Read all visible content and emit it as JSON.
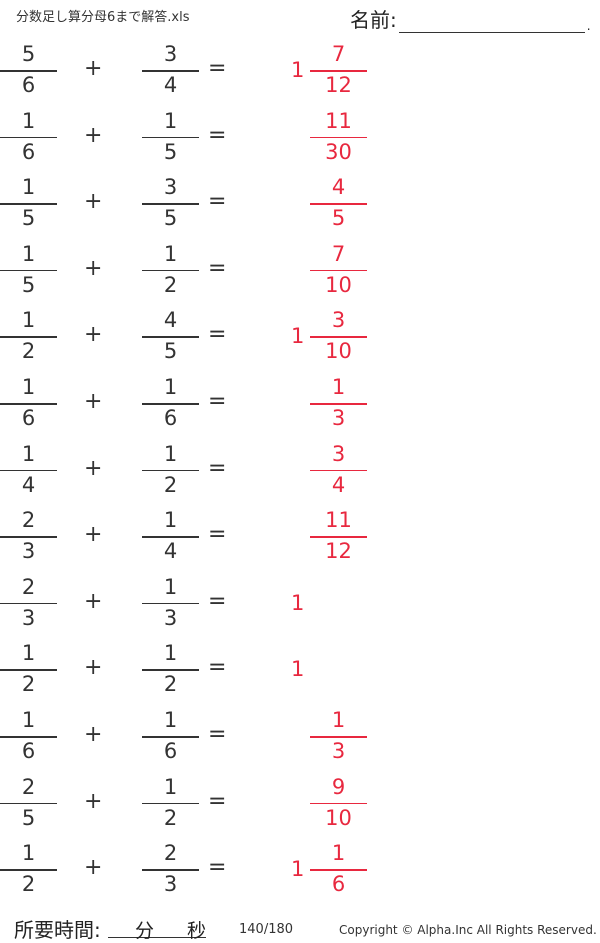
{
  "header": {
    "title": "分数足し算分母6まで解答.xls",
    "name_label": "名前:",
    "name_trailing": "."
  },
  "problems": [
    {
      "a_num": "5",
      "a_den": "6",
      "b_num": "3",
      "b_den": "4",
      "ans_whole": "1",
      "ans_num": "7",
      "ans_den": "12"
    },
    {
      "a_num": "1",
      "a_den": "6",
      "b_num": "1",
      "b_den": "5",
      "ans_whole": "",
      "ans_num": "11",
      "ans_den": "30"
    },
    {
      "a_num": "1",
      "a_den": "5",
      "b_num": "3",
      "b_den": "5",
      "ans_whole": "",
      "ans_num": "4",
      "ans_den": "5"
    },
    {
      "a_num": "1",
      "a_den": "5",
      "b_num": "1",
      "b_den": "2",
      "ans_whole": "",
      "ans_num": "7",
      "ans_den": "10"
    },
    {
      "a_num": "1",
      "a_den": "2",
      "b_num": "4",
      "b_den": "5",
      "ans_whole": "1",
      "ans_num": "3",
      "ans_den": "10"
    },
    {
      "a_num": "1",
      "a_den": "6",
      "b_num": "1",
      "b_den": "6",
      "ans_whole": "",
      "ans_num": "1",
      "ans_den": "3"
    },
    {
      "a_num": "1",
      "a_den": "4",
      "b_num": "1",
      "b_den": "2",
      "ans_whole": "",
      "ans_num": "3",
      "ans_den": "4"
    },
    {
      "a_num": "2",
      "a_den": "3",
      "b_num": "1",
      "b_den": "4",
      "ans_whole": "",
      "ans_num": "11",
      "ans_den": "12"
    },
    {
      "a_num": "2",
      "a_den": "3",
      "b_num": "1",
      "b_den": "3",
      "ans_whole": "1",
      "ans_num": "",
      "ans_den": ""
    },
    {
      "a_num": "1",
      "a_den": "2",
      "b_num": "1",
      "b_den": "2",
      "ans_whole": "1",
      "ans_num": "",
      "ans_den": ""
    },
    {
      "a_num": "1",
      "a_den": "6",
      "b_num": "1",
      "b_den": "6",
      "ans_whole": "",
      "ans_num": "1",
      "ans_den": "3"
    },
    {
      "a_num": "2",
      "a_den": "5",
      "b_num": "1",
      "b_den": "2",
      "ans_whole": "",
      "ans_num": "9",
      "ans_den": "10"
    },
    {
      "a_num": "1",
      "a_den": "2",
      "b_num": "2",
      "b_den": "3",
      "ans_whole": "1",
      "ans_num": "1",
      "ans_den": "6"
    }
  ],
  "symbols": {
    "plus": "+",
    "equals": "="
  },
  "colors": {
    "answer": "#e8283f",
    "text": "#333333"
  },
  "footer": {
    "time_label": "所要時間:",
    "minutes_label": "分",
    "seconds_label": "秒",
    "page": "140/180",
    "copyright": "Copyright ©  Alpha.Inc All Rights Reserved."
  }
}
